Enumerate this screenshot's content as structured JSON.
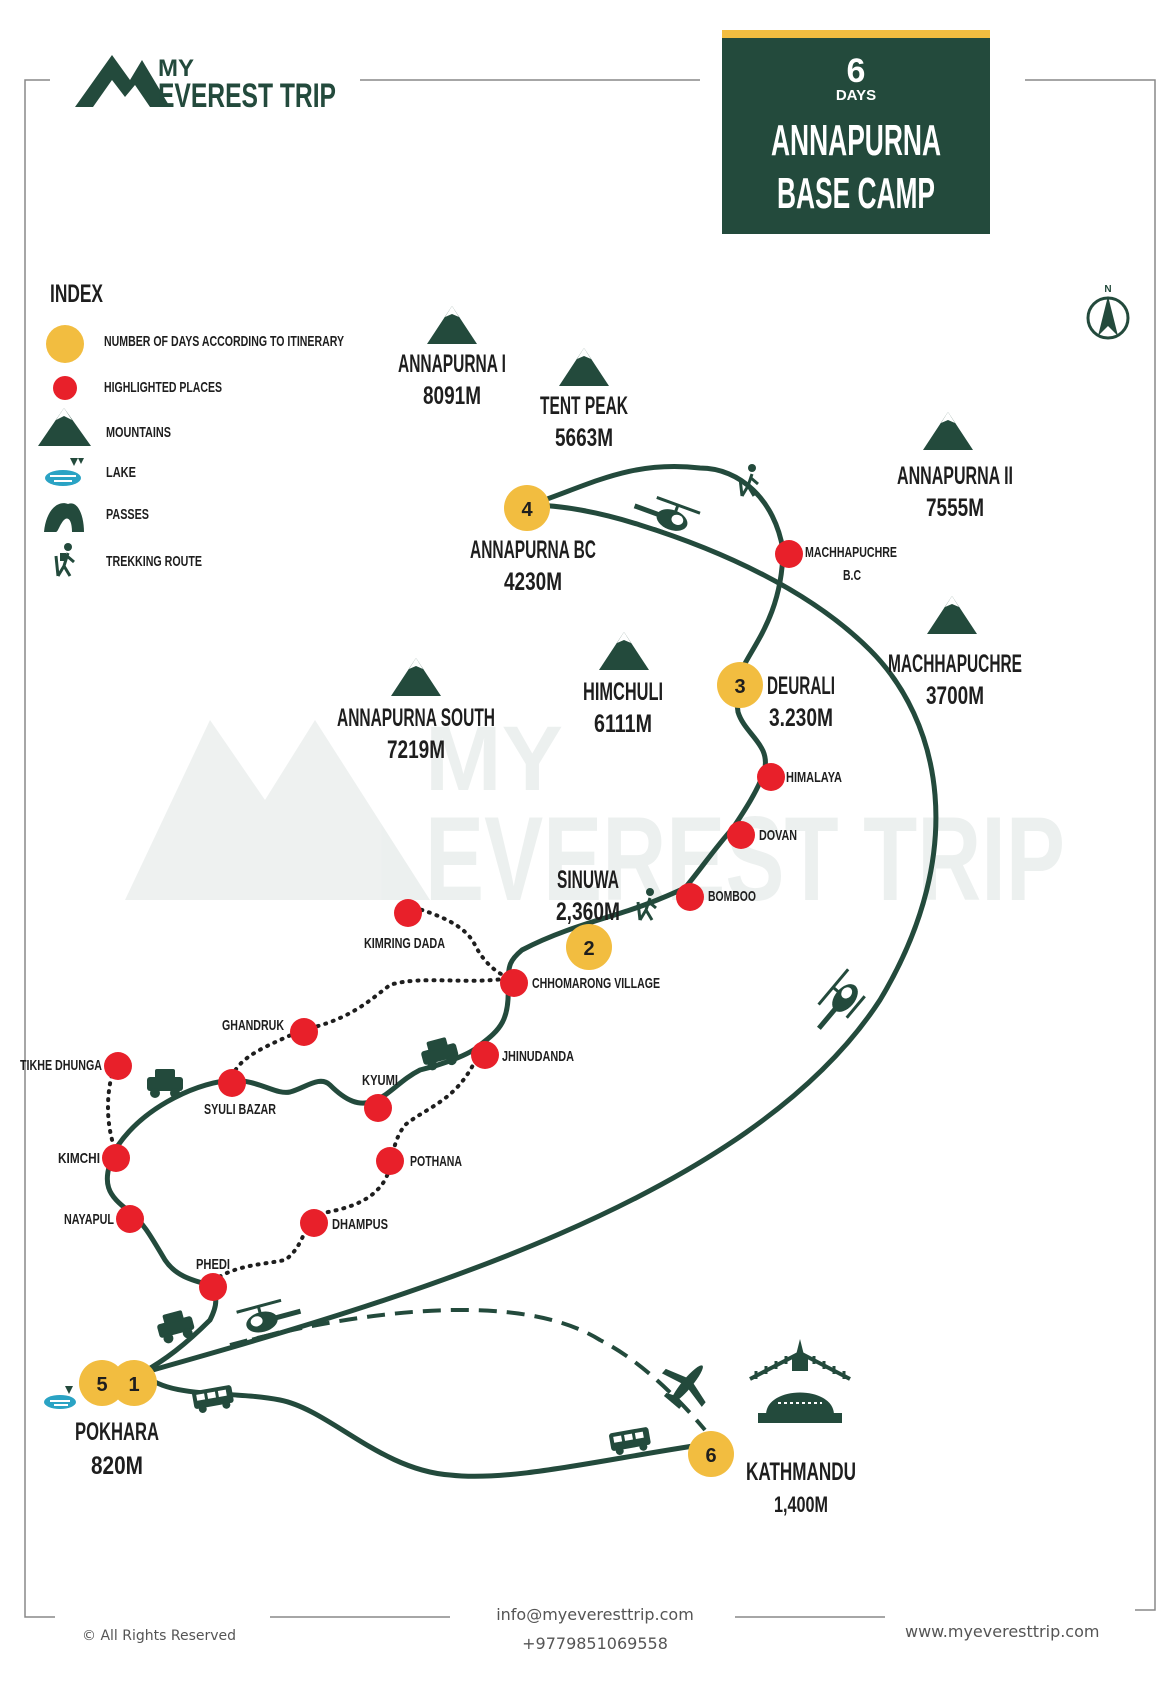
{
  "brand": {
    "line1": "MY",
    "line2": "EVEREST TRIP",
    "watermark1": "MY",
    "watermark2": "EVEREST TRIP"
  },
  "title_box": {
    "days_number": "6",
    "days_label": "DAYS",
    "line1": "ANNAPURNA",
    "line2": "BASE CAMP"
  },
  "colors": {
    "dark_green": "#234a3c",
    "gold": "#f2bd40",
    "red": "#e8202a",
    "route": "#234a3c",
    "lake": "#2aa3c4"
  },
  "index": {
    "heading": "INDEX",
    "items": [
      {
        "icon": "day-circle-icon",
        "label": "NUMBER OF DAYS ACCORDING TO ITINERARY"
      },
      {
        "icon": "red-dot-icon",
        "label": "HIGHLIGHTED PLACES"
      },
      {
        "icon": "mountain-icon",
        "label": "MOUNTAINS"
      },
      {
        "icon": "lake-icon",
        "label": "LAKE"
      },
      {
        "icon": "pass-icon",
        "label": "PASSES"
      },
      {
        "icon": "hiker-icon",
        "label": "TREKKING ROUTE"
      }
    ]
  },
  "compass": {
    "label": "N"
  },
  "mountains": [
    {
      "name": "ANNAPURNA I",
      "alt": "8091M"
    },
    {
      "name": "TENT PEAK",
      "alt": "5663M"
    },
    {
      "name": "ANNAPURNA II",
      "alt": "7555M"
    },
    {
      "name": "MACHHAPUCHRE",
      "alt": "3700M"
    },
    {
      "name": "HIMCHULI",
      "alt": "6111M"
    },
    {
      "name": "ANNAPURNA SOUTH",
      "alt": "7219M"
    }
  ],
  "days": [
    {
      "num": "4",
      "name": "ANNAPURNA BC",
      "alt": "4230M"
    },
    {
      "num": "3",
      "name": "DEURALI",
      "alt": "3.230M"
    },
    {
      "num": "2",
      "name": "SINUWA",
      "alt": "2,360M"
    },
    {
      "num": "5",
      "name": "POKHARA",
      "alt": "820M"
    },
    {
      "num": "1"
    },
    {
      "num": "6",
      "name": "KATHMANDU",
      "alt": "1,400M"
    }
  ],
  "places": {
    "machhapuchre_bc_1": "MACHHAPUCHRE",
    "machhapuchre_bc_2": "B.C",
    "himalaya": "HIMALAYA",
    "dovan": "DOVAN",
    "bamboo": "BOMBOO",
    "chhomrong": "CHHOMARONG VILLAGE",
    "kimrong": "KIMRING DADA",
    "jhinudanda": "JHINUDANDA",
    "ghandruk": "GHANDRUK",
    "kyumi": "KYUMI",
    "syuli": "SYULI BAZAR",
    "tikhe": "TIKHE DHUNGA",
    "kimchi": "KIMCHI",
    "pothana": "POTHANA",
    "nayapul": "NAYAPUL",
    "dhampus": "DHAMPUS",
    "phedi": "PHEDI"
  },
  "footer": {
    "rights": "© All Rights Reserved",
    "email": "info@myeveresttrip.com",
    "phone": "+9779851069558",
    "website": "www.myeveresttrip.com"
  }
}
